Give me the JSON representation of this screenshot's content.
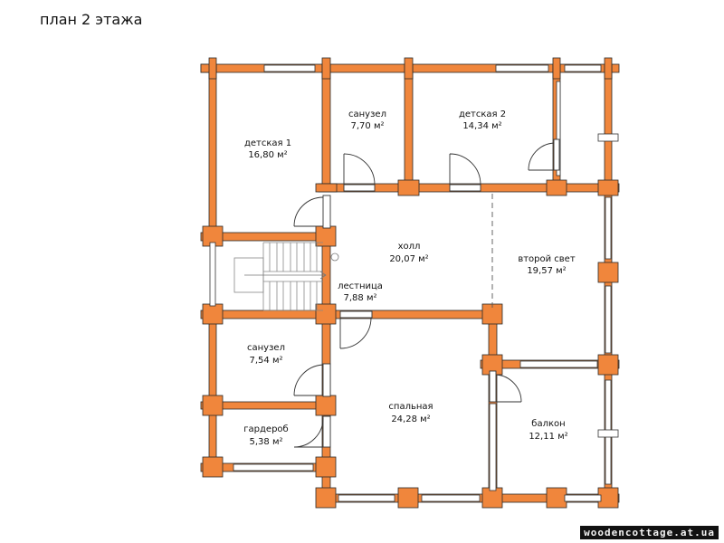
{
  "title": "план 2 этажа",
  "colors": {
    "wall": "#f0863c",
    "wall_outline": "#2a2a2a",
    "window": "#ffffff",
    "line": "#333333"
  },
  "rooms": [
    {
      "id": "kids1",
      "name": "детская 1",
      "area": "16,80 м²"
    },
    {
      "id": "bath1",
      "name": "санузел",
      "area": "7,70 м²"
    },
    {
      "id": "kids2",
      "name": "детская 2",
      "area": "14,34 м²"
    },
    {
      "id": "hall",
      "name": "холл",
      "area": "20,07 м²"
    },
    {
      "id": "second_light",
      "name": "второй свет",
      "area": "19,57 м²"
    },
    {
      "id": "stairs",
      "name": "лестница",
      "area": "7,88 м²"
    },
    {
      "id": "bath2",
      "name": "санузел",
      "area": "7,54 м²"
    },
    {
      "id": "bedroom",
      "name": "спальная",
      "area": "24,28 м²"
    },
    {
      "id": "balcony",
      "name": "балкон",
      "area": "12,11 м²"
    },
    {
      "id": "wardrobe",
      "name": "гардероб",
      "area": "5,38 м²"
    }
  ],
  "watermark": "woodencottage.at.ua"
}
